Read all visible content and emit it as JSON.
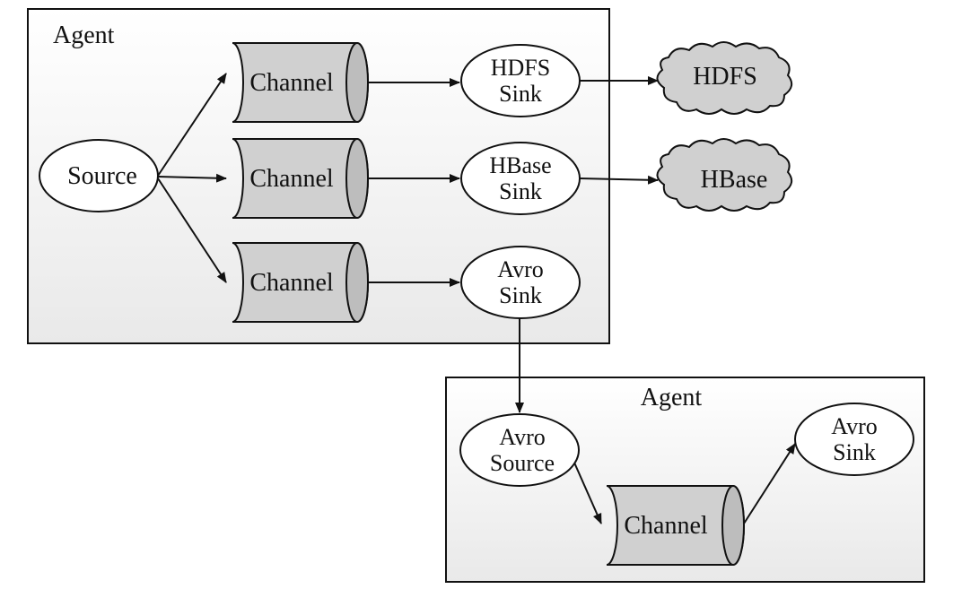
{
  "colors": {
    "stroke": "#111111",
    "channel_fill": "#d0d0d0",
    "channel_cap_fill": "#bdbdbd",
    "cloud_fill": "#d0d0d0",
    "node_fill": "#ffffff",
    "agent_fill_top": "#ffffff",
    "agent_fill_bottom": "#ebebeb"
  },
  "agent1": {
    "label": "Agent",
    "source": "Source",
    "channels": [
      "Channel",
      "Channel",
      "Channel"
    ],
    "sinks": [
      [
        "HDFS",
        "Sink"
      ],
      [
        "HBase",
        "Sink"
      ],
      [
        "Avro",
        "Sink"
      ]
    ]
  },
  "stores": [
    "HDFS",
    "HBase"
  ],
  "agent2": {
    "label": "Agent",
    "source": [
      "Avro",
      "Source"
    ],
    "channel": "Channel",
    "sink": [
      "Avro",
      "Sink"
    ]
  }
}
